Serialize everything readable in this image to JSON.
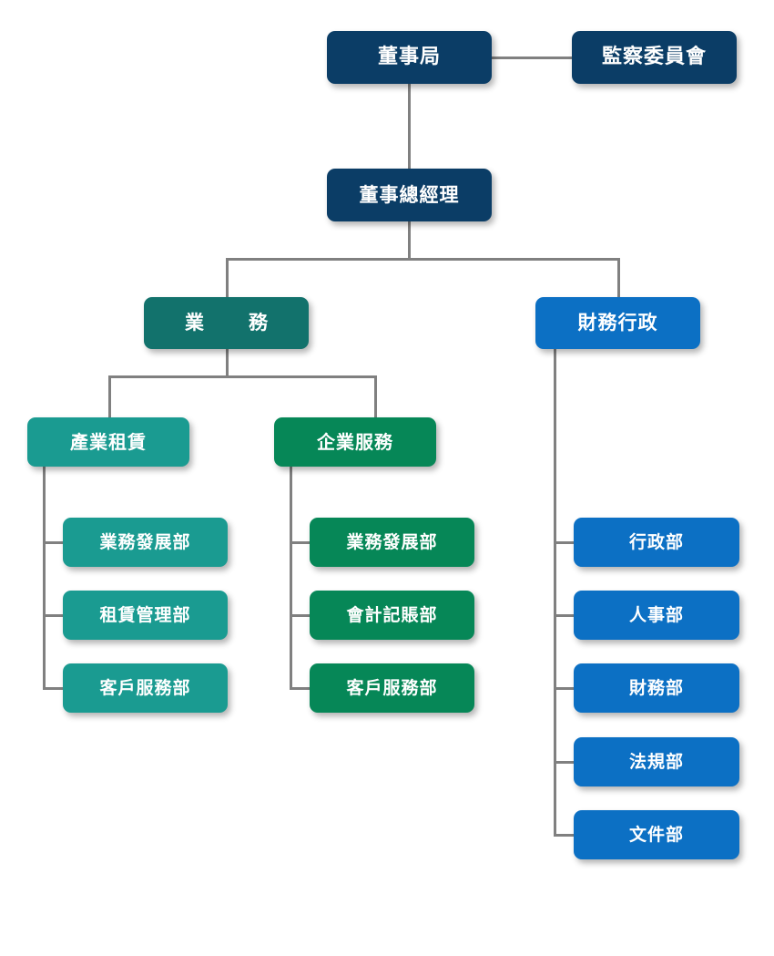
{
  "chart": {
    "title": "Organization Chart",
    "type": "org-chart",
    "palette": {
      "navy": "#0b3d66",
      "dark_teal": "#12726c",
      "blue": "#0c70c4",
      "light_teal": "#1a9b91",
      "green": "#068757",
      "connector": "#808080",
      "text": "#ffffff",
      "background": "#ffffff"
    },
    "levels": {
      "level1": "board",
      "level2": "managing-director",
      "level3": "divisions",
      "level4": "sub-units",
      "level5": "departments"
    }
  },
  "nodes": {
    "board": {
      "label": "董事局"
    },
    "supervisory": {
      "label": "監察委員會"
    },
    "managing_director": {
      "label": "董事總經理"
    },
    "business": {
      "label": "業　務"
    },
    "finance_admin": {
      "label": "財務行政"
    },
    "industrial_leasing": {
      "label": "產業租賃"
    },
    "enterprise_service": {
      "label": "企業服務"
    }
  },
  "columns": {
    "industrial_leasing_children": [
      {
        "label": "業務發展部"
      },
      {
        "label": "租賃管理部"
      },
      {
        "label": "客戶服務部"
      }
    ],
    "enterprise_service_children": [
      {
        "label": "業務發展部"
      },
      {
        "label": "會計記賬部"
      },
      {
        "label": "客戶服務部"
      }
    ],
    "finance_admin_children": [
      {
        "label": "行政部"
      },
      {
        "label": "人事部"
      },
      {
        "label": "財務部"
      },
      {
        "label": "法規部"
      },
      {
        "label": "文件部"
      }
    ]
  }
}
